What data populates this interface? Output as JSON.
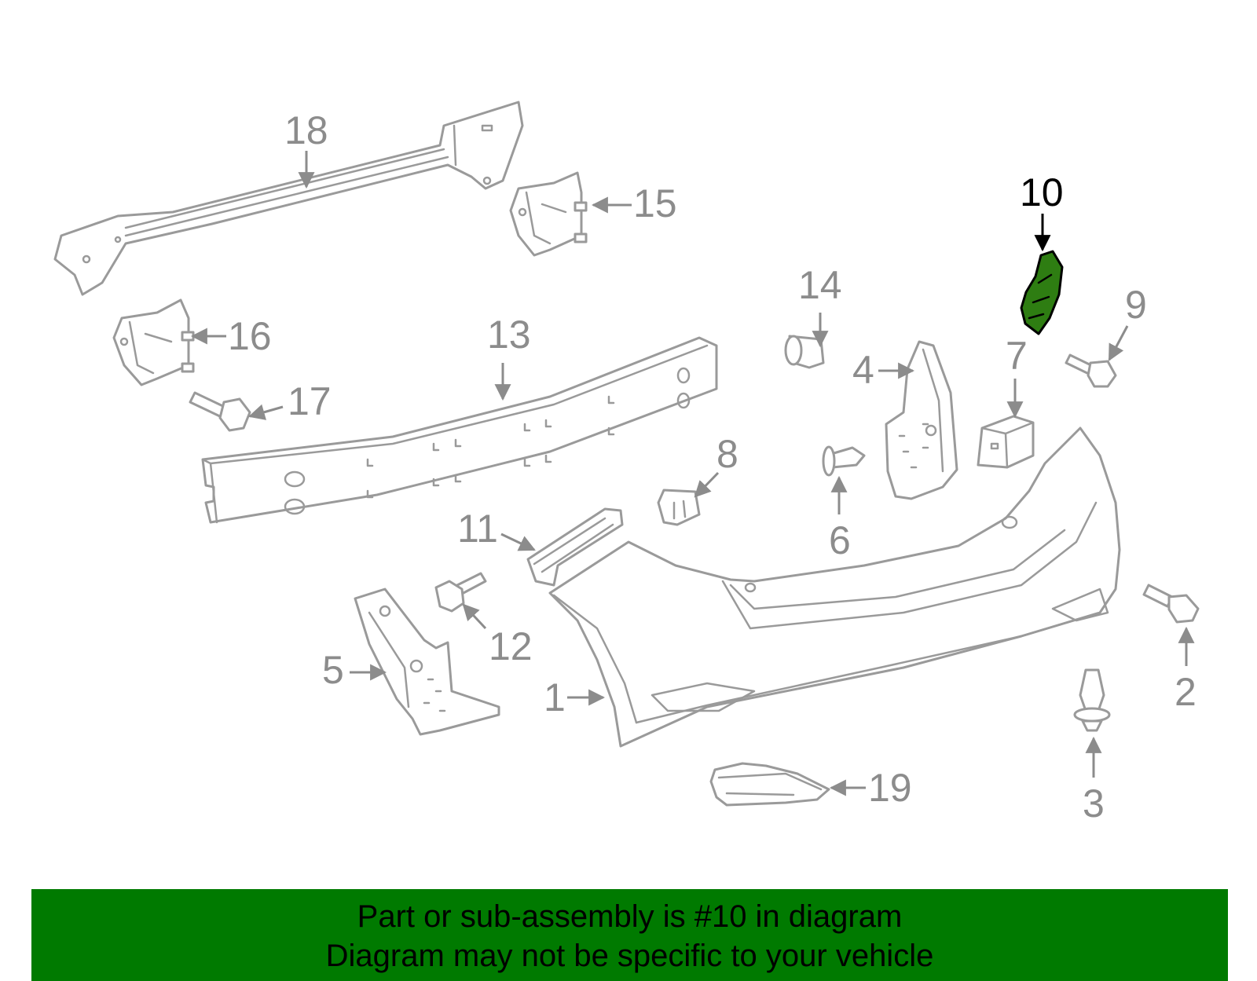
{
  "diagram": {
    "highlighted_part": "10",
    "callouts": [
      "1",
      "2",
      "3",
      "4",
      "5",
      "6",
      "7",
      "8",
      "9",
      "10",
      "11",
      "12",
      "13",
      "14",
      "15",
      "16",
      "17",
      "18",
      "19"
    ]
  },
  "caption": {
    "line1": "Part or sub-assembly is #10 in diagram",
    "line2": "Diagram may not be specific to your vehicle"
  },
  "colors": {
    "caption_bg": "#007a00",
    "highlight_fill": "#2e7d12",
    "outline_gray": "#9a9a9a"
  }
}
